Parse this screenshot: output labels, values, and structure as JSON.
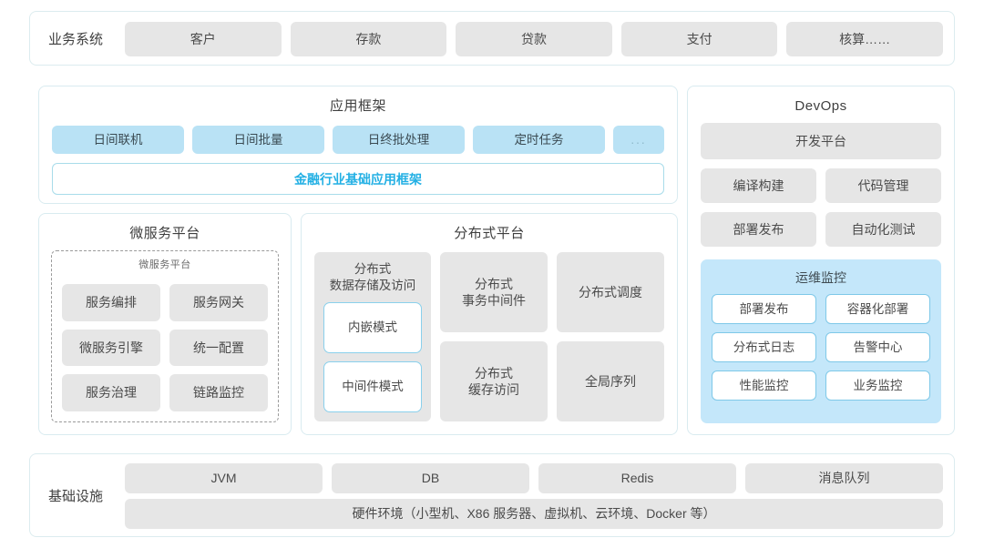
{
  "business_systems": {
    "label": "业务系统",
    "items": [
      "客户",
      "存款",
      "贷款",
      "支付",
      "核算……"
    ]
  },
  "application_framework": {
    "title": "应用框架",
    "tags": [
      "日间联机",
      "日间批量",
      "日终批处理",
      "定时任务"
    ],
    "more_tag": "...",
    "base_framework": "金融行业基础应用框架"
  },
  "devops": {
    "title": "DevOps",
    "dev_platform": "开发平台",
    "row1": [
      "编译构建",
      "代码管理"
    ],
    "row2": [
      "部署发布",
      "自动化测试"
    ],
    "ops_monitoring": {
      "title": "运维监控",
      "items": [
        "部署发布",
        "容器化部署",
        "分布式日志",
        "告警中心",
        "性能监控",
        "业务监控"
      ]
    }
  },
  "microservice_platform": {
    "title": "微服务平台",
    "inner_title": "微服务平台",
    "items": [
      "服务编排",
      "服务网关",
      "微服务引擎",
      "统一配置",
      "服务治理",
      "链路监控"
    ]
  },
  "distributed_platform": {
    "title": "分布式平台",
    "storage": {
      "label": "分布式\n数据存储及访问",
      "modes": [
        "内嵌模式",
        "中间件模式"
      ]
    },
    "tiles": [
      "分布式\n事务中间件",
      "分布式调度",
      "分布式\n缓存访问",
      "全局序列"
    ]
  },
  "infrastructure": {
    "label": "基础设施",
    "items": [
      "JVM",
      "DB",
      "Redis",
      "消息队列"
    ],
    "hardware": "硬件环境（小型机、X86 服务器、虚拟机、云环境、Docker 等）"
  },
  "colors": {
    "accent_cyan": "#23b0e4",
    "tile_gray": "#e6e6e6",
    "tag_blue": "#b9e2f5",
    "ops_blue": "#c4e7fa",
    "card_border": "#dcecef"
  }
}
